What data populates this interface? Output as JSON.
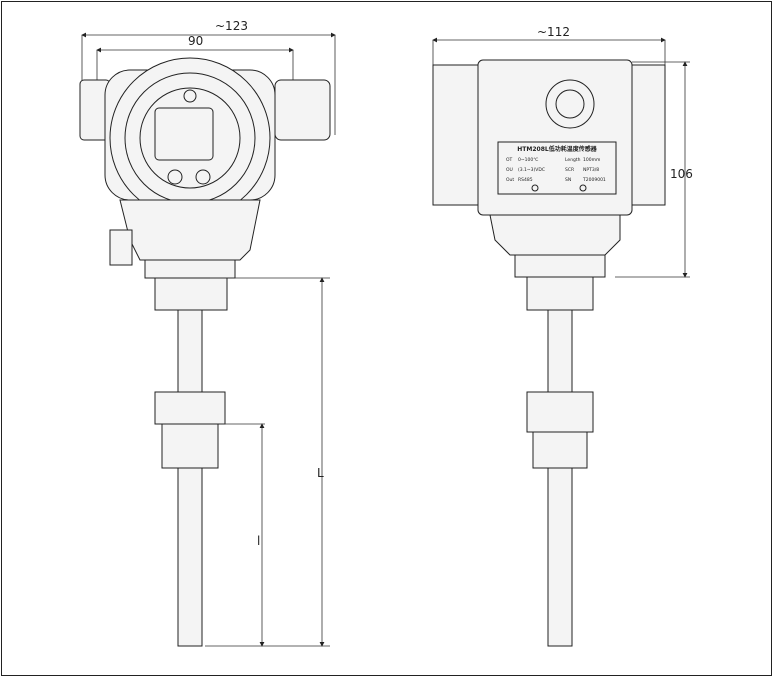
{
  "dimensions": {
    "overall_width_front": "~123",
    "body_width": "90",
    "side_width": "~112",
    "height": "106",
    "total_length": "L",
    "insertion_length": "l"
  },
  "nameplate": {
    "title": "HTM208L低功耗温度传感器",
    "rows": [
      [
        "OT",
        "0~100℃",
        "Length",
        "100mm"
      ],
      [
        "OU",
        "(3.1~3)VDC",
        "SCR",
        "NPT3/8"
      ],
      [
        "Out",
        "RS485",
        "SN",
        "T2009001"
      ]
    ]
  }
}
